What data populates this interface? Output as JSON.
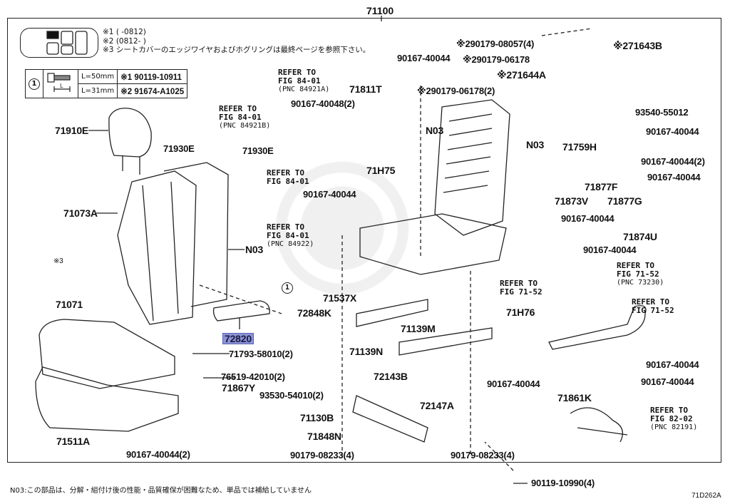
{
  "diagram": {
    "assembly_number": "71100",
    "drawing_code": "71D262A",
    "highlighted_part": "72820",
    "accent_color": "#8c93d6"
  },
  "legend": {
    "lines": [
      "※1 (      -0812)",
      "※2 (0812-      )",
      "※3 シートカバーのエッジワイヤおよびホグリングは最終ページを参照下さい。"
    ]
  },
  "bolt_table": {
    "callout": "1",
    "rows": [
      {
        "length": "L=50mm",
        "note": "※1",
        "part": "90119-10911"
      },
      {
        "length": "L=31mm",
        "note": "※2",
        "part": "91674-A1025"
      }
    ]
  },
  "footnote": "N03:この部品は、分解・組付け後の性能・品質確保が困難なため、単品では補給していません",
  "parts": {
    "p71910E": "71910E",
    "p71930E_a": "71930E",
    "p71930E_b": "71930E",
    "p71073A": "71073A",
    "p_n03_back": "N03",
    "p_note3": "※3",
    "p71071": "71071",
    "p72820": "72820",
    "p71793": "71793-58010(2)",
    "p76519": "76519-42010(2)",
    "p71867Y": "71867Y",
    "p93530": "93530-54010(2)",
    "p71511A": "71511A",
    "p90167_bl": "90167-40044(2)",
    "p72848K": "72848K",
    "p_circ1": "1",
    "p71537X": "71537X",
    "p71139M": "71139M",
    "p71139N": "71139N",
    "p72143B": "72143B",
    "p71130B": "71130B",
    "p71848N": "71848N",
    "p90179_bl": "90179-08233(4)",
    "p72147A": "72147A",
    "p90179_br": "90179-08233(4)",
    "p90167_mid": "90167-40044",
    "p90167_48": "90167-40048(2)",
    "p71811T": "71811T",
    "p_n03_pad": "N03",
    "p_n03_frame": "N03",
    "p71H75": "71H75",
    "p90167_71h75": "90167-40044",
    "p90167_top": "90167-40044",
    "p90179_08057": "※290179-08057(4)",
    "p90179_06178": "※290179-06178",
    "p71644A": "※271644A",
    "p90179_06178_2": "※290179-06178(2)",
    "p71643B": "※271643B",
    "p93540": "93540-55012",
    "p90167_r1": "90167-40044",
    "p71759H": "71759H",
    "p90167_r2": "90167-40044(2)",
    "p71877F": "71877F",
    "p90167_r3": "90167-40044",
    "p71877G": "71877G",
    "p71873V": "71873V",
    "p90167_r4": "90167-40044",
    "p71874U": "71874U",
    "p90167_r5": "90167-40044",
    "p71H76": "71H76",
    "p90167_r6": "90167-40044",
    "p90167_r7": "90167-40044",
    "p90167_r8": "90167-40044",
    "p71861K": "71861K",
    "p90119": "90119-10990(4)"
  },
  "references": {
    "r84921A": {
      "line1": "REFER TO",
      "line2": "FIG 84-01",
      "pnc": "(PNC 84921A)"
    },
    "r84921B": {
      "line1": "REFER TO",
      "line2": "FIG 84-01",
      "pnc": "(PNC 84921B)"
    },
    "r8401": {
      "line1": "REFER TO",
      "line2": "FIG 84-01",
      "pnc": ""
    },
    "r84922": {
      "line1": "REFER TO",
      "line2": "FIG 84-01",
      "pnc": "(PNC 84922)"
    },
    "r7152_buckle": {
      "line1": "REFER TO",
      "line2": "FIG 71-52",
      "pnc": "(PNC 73230)"
    },
    "r7152_left": {
      "line1": "REFER TO",
      "line2": "FIG 71-52",
      "pnc": ""
    },
    "r7152_right": {
      "line1": "REFER TO",
      "line2": "FIG 71-52",
      "pnc": ""
    },
    "r8202": {
      "line1": "REFER TO",
      "line2": "FIG 82-02",
      "pnc": "(PNC 82191)"
    }
  }
}
